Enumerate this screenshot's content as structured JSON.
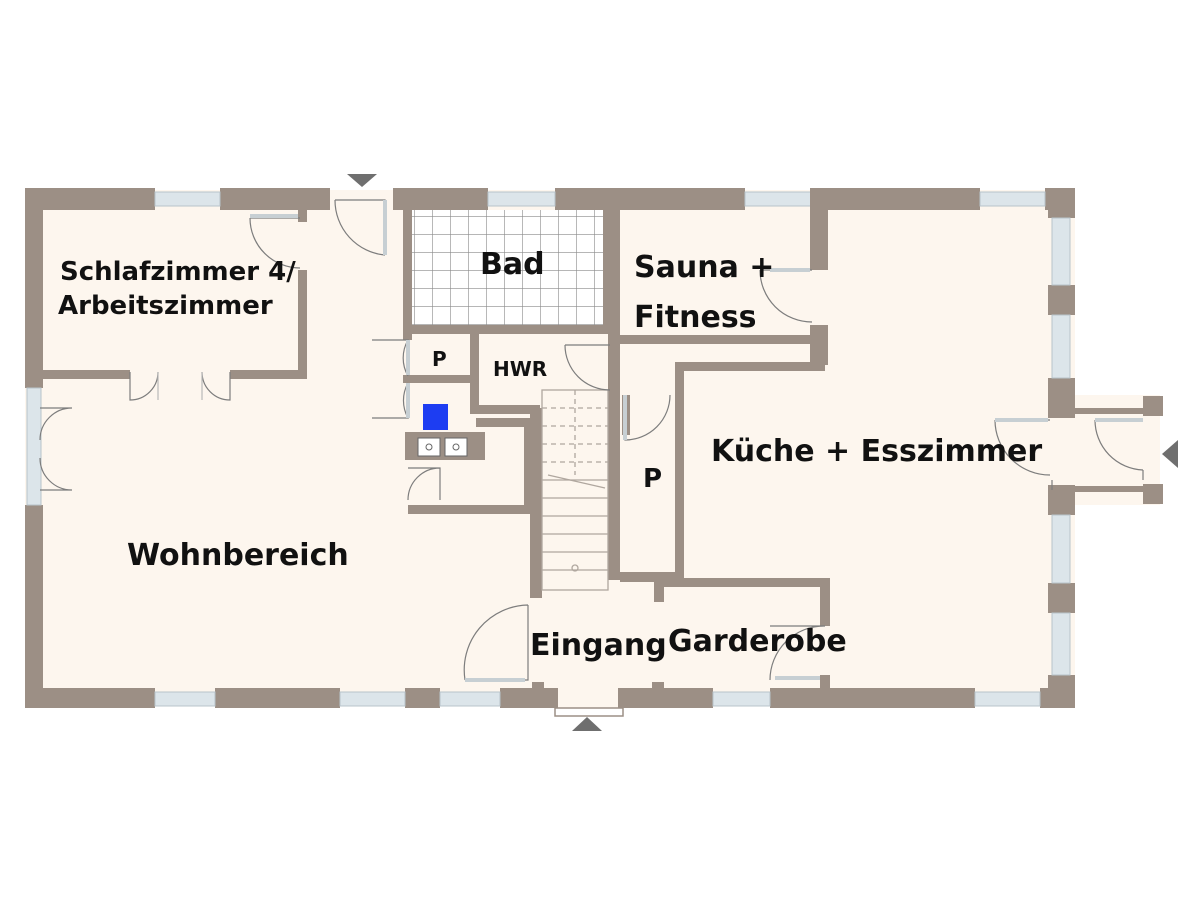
{
  "colors": {
    "floor": "#fdf6ee",
    "wall": "#9c8f85",
    "window": "#dce5ea",
    "door": "#7d7d7d",
    "tile": "#8a8a8a",
    "appliance": "#1d3df2",
    "text": "#111111"
  },
  "rooms": {
    "schlafzimmer_line1": "Schlafzimmer 4/",
    "schlafzimmer_line2": "Arbeitszimmer",
    "bad": "Bad",
    "sauna_line1": "Sauna +",
    "sauna_line2": "Fitness",
    "pantry_left": "P",
    "hwr": "HWR",
    "pantry_right": "P",
    "kueche": "Küche + Esszimmer",
    "wohnbereich": "Wohnbereich",
    "eingang": "Eingang",
    "garderobe": "Garderobe"
  },
  "icons": {
    "entrance_markers": [
      "arrow-down-icon",
      "arrow-up-icon",
      "arrow-left-icon"
    ],
    "appliance": "boiler-icon",
    "stairs": "staircase-icon"
  }
}
